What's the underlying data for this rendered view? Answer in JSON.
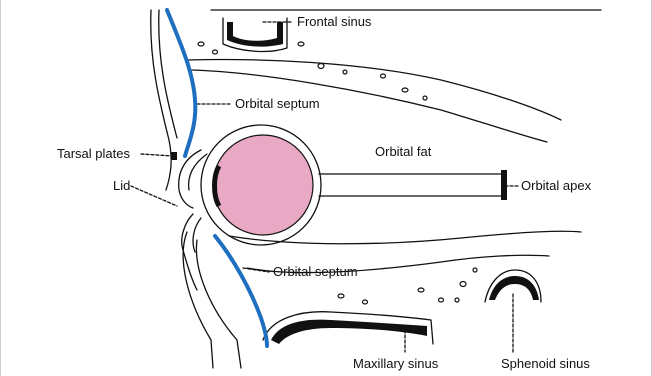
{
  "labels": {
    "frontal_sinus": "Frontal sinus",
    "orbital_septum_upper": "Orbital septum",
    "tarsal_plates": "Tarsal plates",
    "orbital_fat": "Orbital fat",
    "lid": "Lid",
    "orbital_apex": "Orbital apex",
    "orbital_septum_lower": "Orbital septum",
    "maxillary_sinus": "Maxillary sinus",
    "sphenoid_sinus": "Sphenoid sinus"
  },
  "colors": {
    "septum": "#1f6fc0",
    "globe": "#e9a8c4",
    "line": "#111111",
    "background": "#ffffff"
  }
}
